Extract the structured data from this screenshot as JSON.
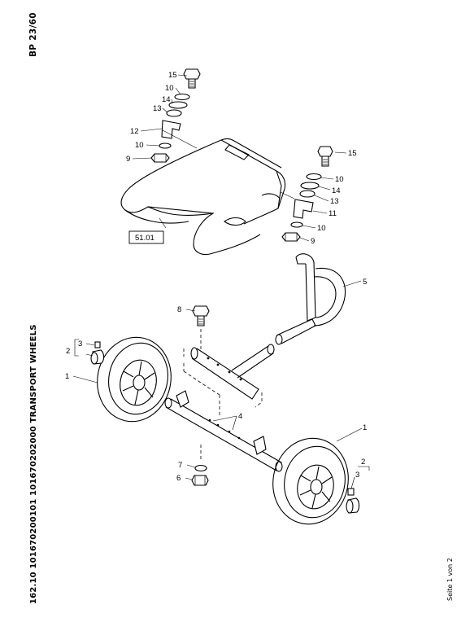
{
  "header": {
    "doc_code": "BP 23/60",
    "side_title": "162.10 101670200101 101670202000 TRANSPORT WHEELS",
    "page_count": "Seite 1 von 2"
  },
  "diagram": {
    "reference_box": "51.01",
    "labels": {
      "l15a": "15",
      "l10a": "10",
      "l14a": "14",
      "l13a": "13",
      "l12": "12",
      "l10b": "10",
      "l9a": "9",
      "l15b": "15",
      "l10c": "10",
      "l14b": "14",
      "l13b": "13",
      "l11": "11",
      "l10d": "10",
      "l9b": "9",
      "l5": "5",
      "l8": "8",
      "l3a": "3",
      "l2a": "2",
      "l1a": "1",
      "l4": "4",
      "l7": "7",
      "l6": "6",
      "l1b": "1",
      "l2b": "2",
      "l3b": "3"
    }
  }
}
